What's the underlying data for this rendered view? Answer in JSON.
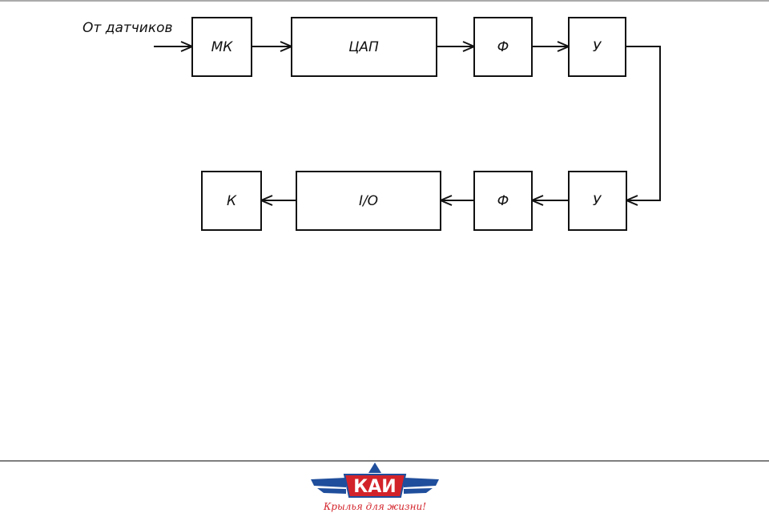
{
  "diagram": {
    "input_label": "От датчиков",
    "blocks": {
      "mk": "МК",
      "dac": "ЦАП",
      "filter1": "Ф",
      "amp1": "У",
      "amp2": "У",
      "filter2": "Ф",
      "io": "I/O",
      "k": "К"
    }
  },
  "logo": {
    "name": "КАИ",
    "slogan": "Крылья для жизни!",
    "colors": {
      "blue": "#1f4e9c",
      "red": "#d3232a"
    }
  }
}
